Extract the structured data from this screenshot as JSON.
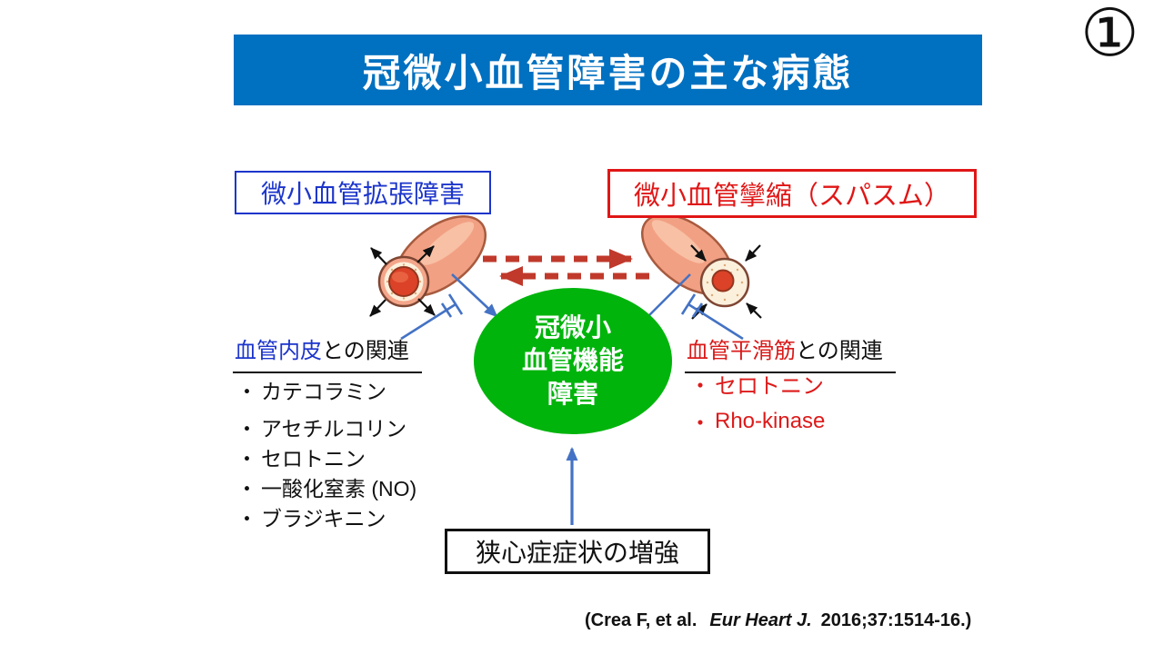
{
  "slide": {
    "badge": "①",
    "title": "冠微小血管障害の主な病態",
    "citation": {
      "prefix": "(Crea F, et al.",
      "journal": "Eur Heart J.",
      "suffix": "2016;37:1514-16.)"
    }
  },
  "boxes": {
    "dilation": "微小血管拡張障害",
    "spasm": "微小血管攣縮（スパスム）",
    "symptom": "狭心症症状の増強"
  },
  "ellipse": {
    "line1": "冠微小",
    "line2": "血管機能",
    "line3": "障害"
  },
  "left_panel": {
    "heading_term": "血管内皮",
    "heading_rest": "との関連",
    "bullet": "・",
    "items": [
      "カテコラミン",
      "アセチルコリン",
      "セロトニン",
      "一酸化窒素 (NO)",
      "ブラジキニン"
    ]
  },
  "right_panel": {
    "heading_term": "血管平滑筋",
    "heading_rest": "との関連",
    "bullet": "・",
    "items": [
      "セロトニン",
      "Rho-kinase"
    ]
  },
  "colors": {
    "banner_blue": "#0070C0",
    "label_blue": "#1C35CB",
    "label_red": "#E01616",
    "ellipse_green": "#00B40C",
    "dashed_arrow_red": "#C0392B",
    "connector_blue": "#4472C4"
  }
}
